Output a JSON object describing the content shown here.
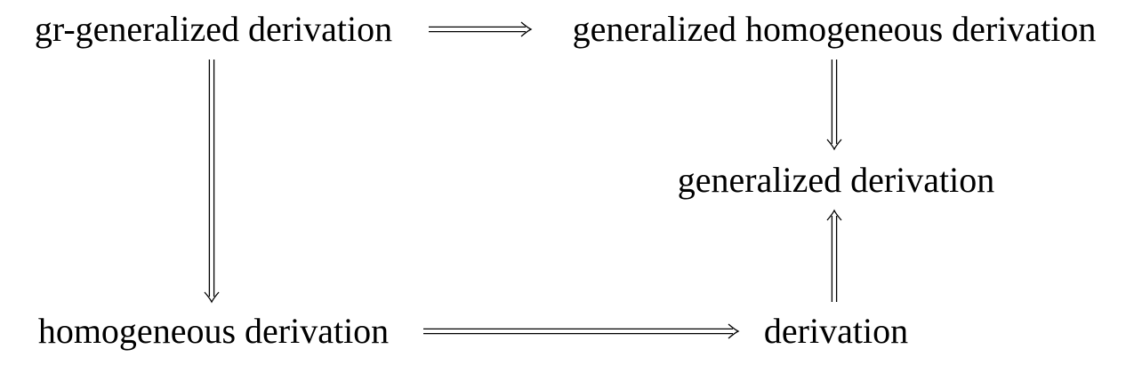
{
  "nodes": {
    "gr_generalized": "gr-generalized derivation",
    "generalized_homogeneous": "generalized homogeneous derivation",
    "generalized": "generalized derivation",
    "homogeneous": "homogeneous derivation",
    "derivation": "derivation"
  },
  "implications": [
    {
      "from": "gr_generalized",
      "to": "generalized_homogeneous"
    },
    {
      "from": "gr_generalized",
      "to": "homogeneous"
    },
    {
      "from": "generalized_homogeneous",
      "to": "generalized"
    },
    {
      "from": "derivation",
      "to": "generalized"
    },
    {
      "from": "homogeneous",
      "to": "derivation"
    }
  ],
  "colors": {
    "ink": "#000000",
    "background": "#ffffff"
  }
}
